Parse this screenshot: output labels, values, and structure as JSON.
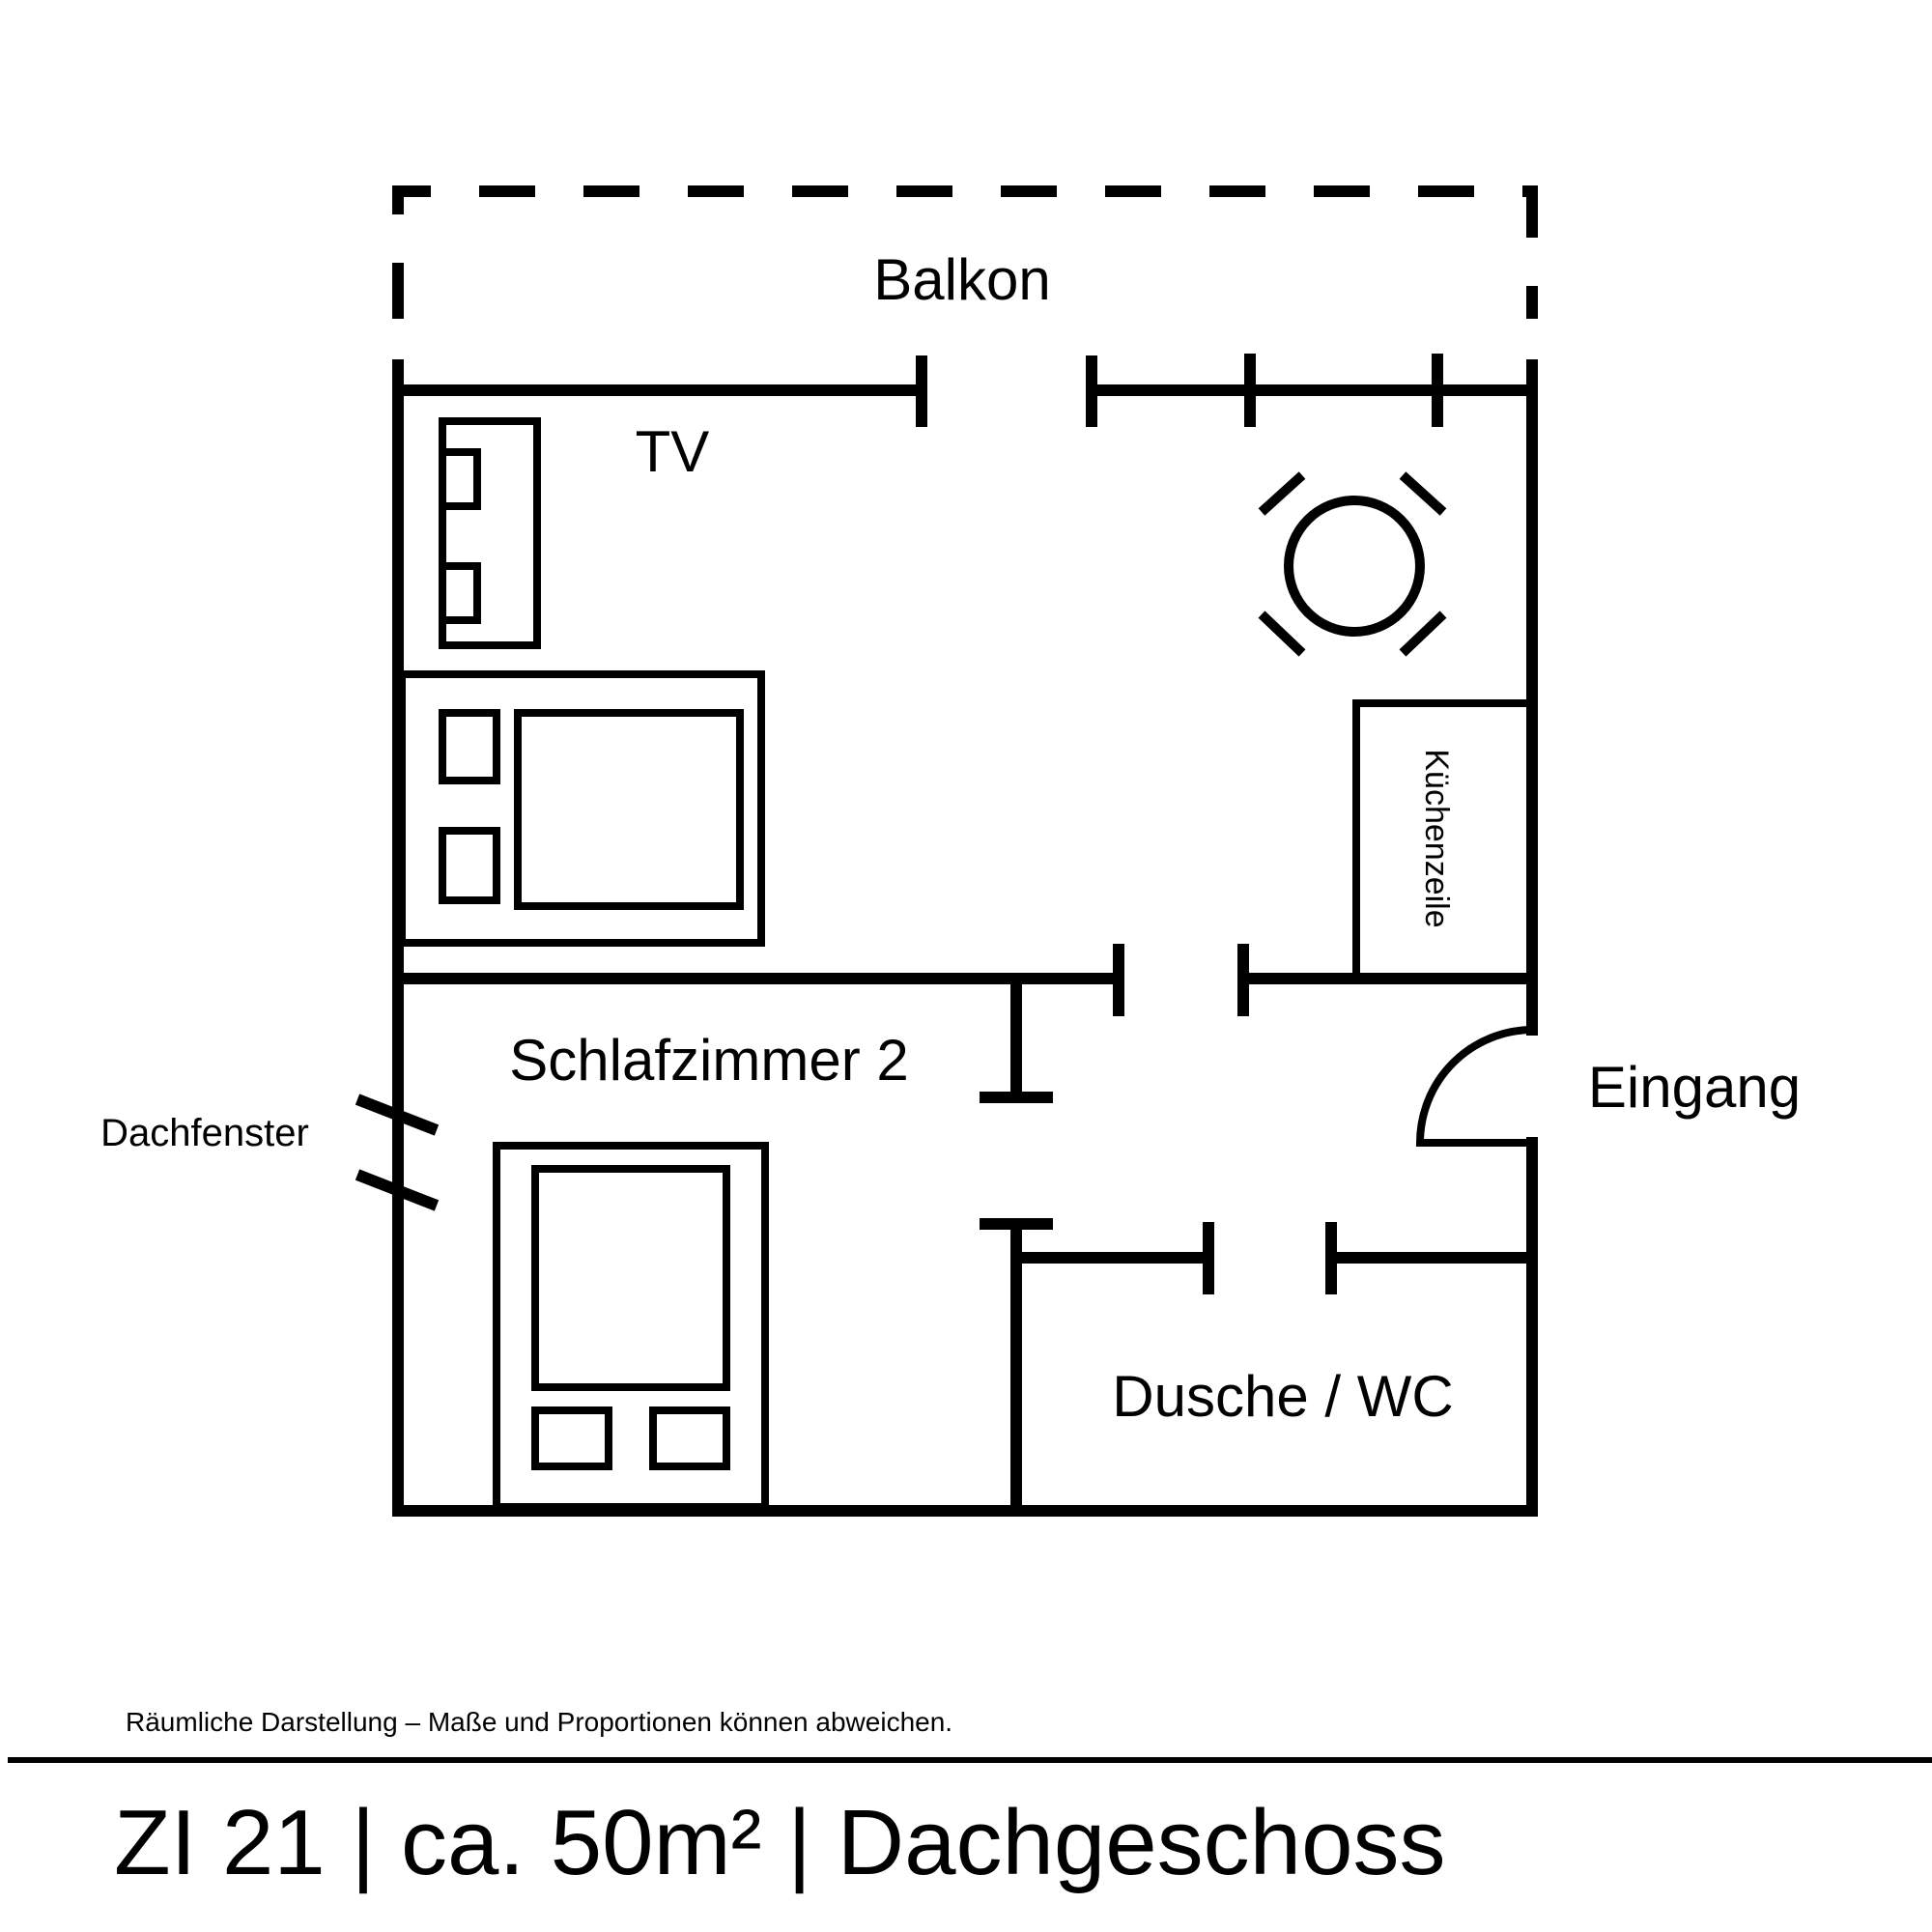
{
  "labels": {
    "balcony": "Balkon",
    "tv": "TV",
    "kitchenette": "Küchenzeile",
    "bedroom": "Schlafzimmer 2",
    "entrance": "Eingang",
    "skylight": "Dachfenster",
    "bathroom": "Dusche / WC"
  },
  "footer": {
    "disclaimer": "Räumliche Darstellung – Maße und Proportionen können abweichen.",
    "title": "ZI 21 | ca. 50m² | Dachgeschoss"
  },
  "colors": {
    "ink": "#000000",
    "background": "#ffffff"
  }
}
